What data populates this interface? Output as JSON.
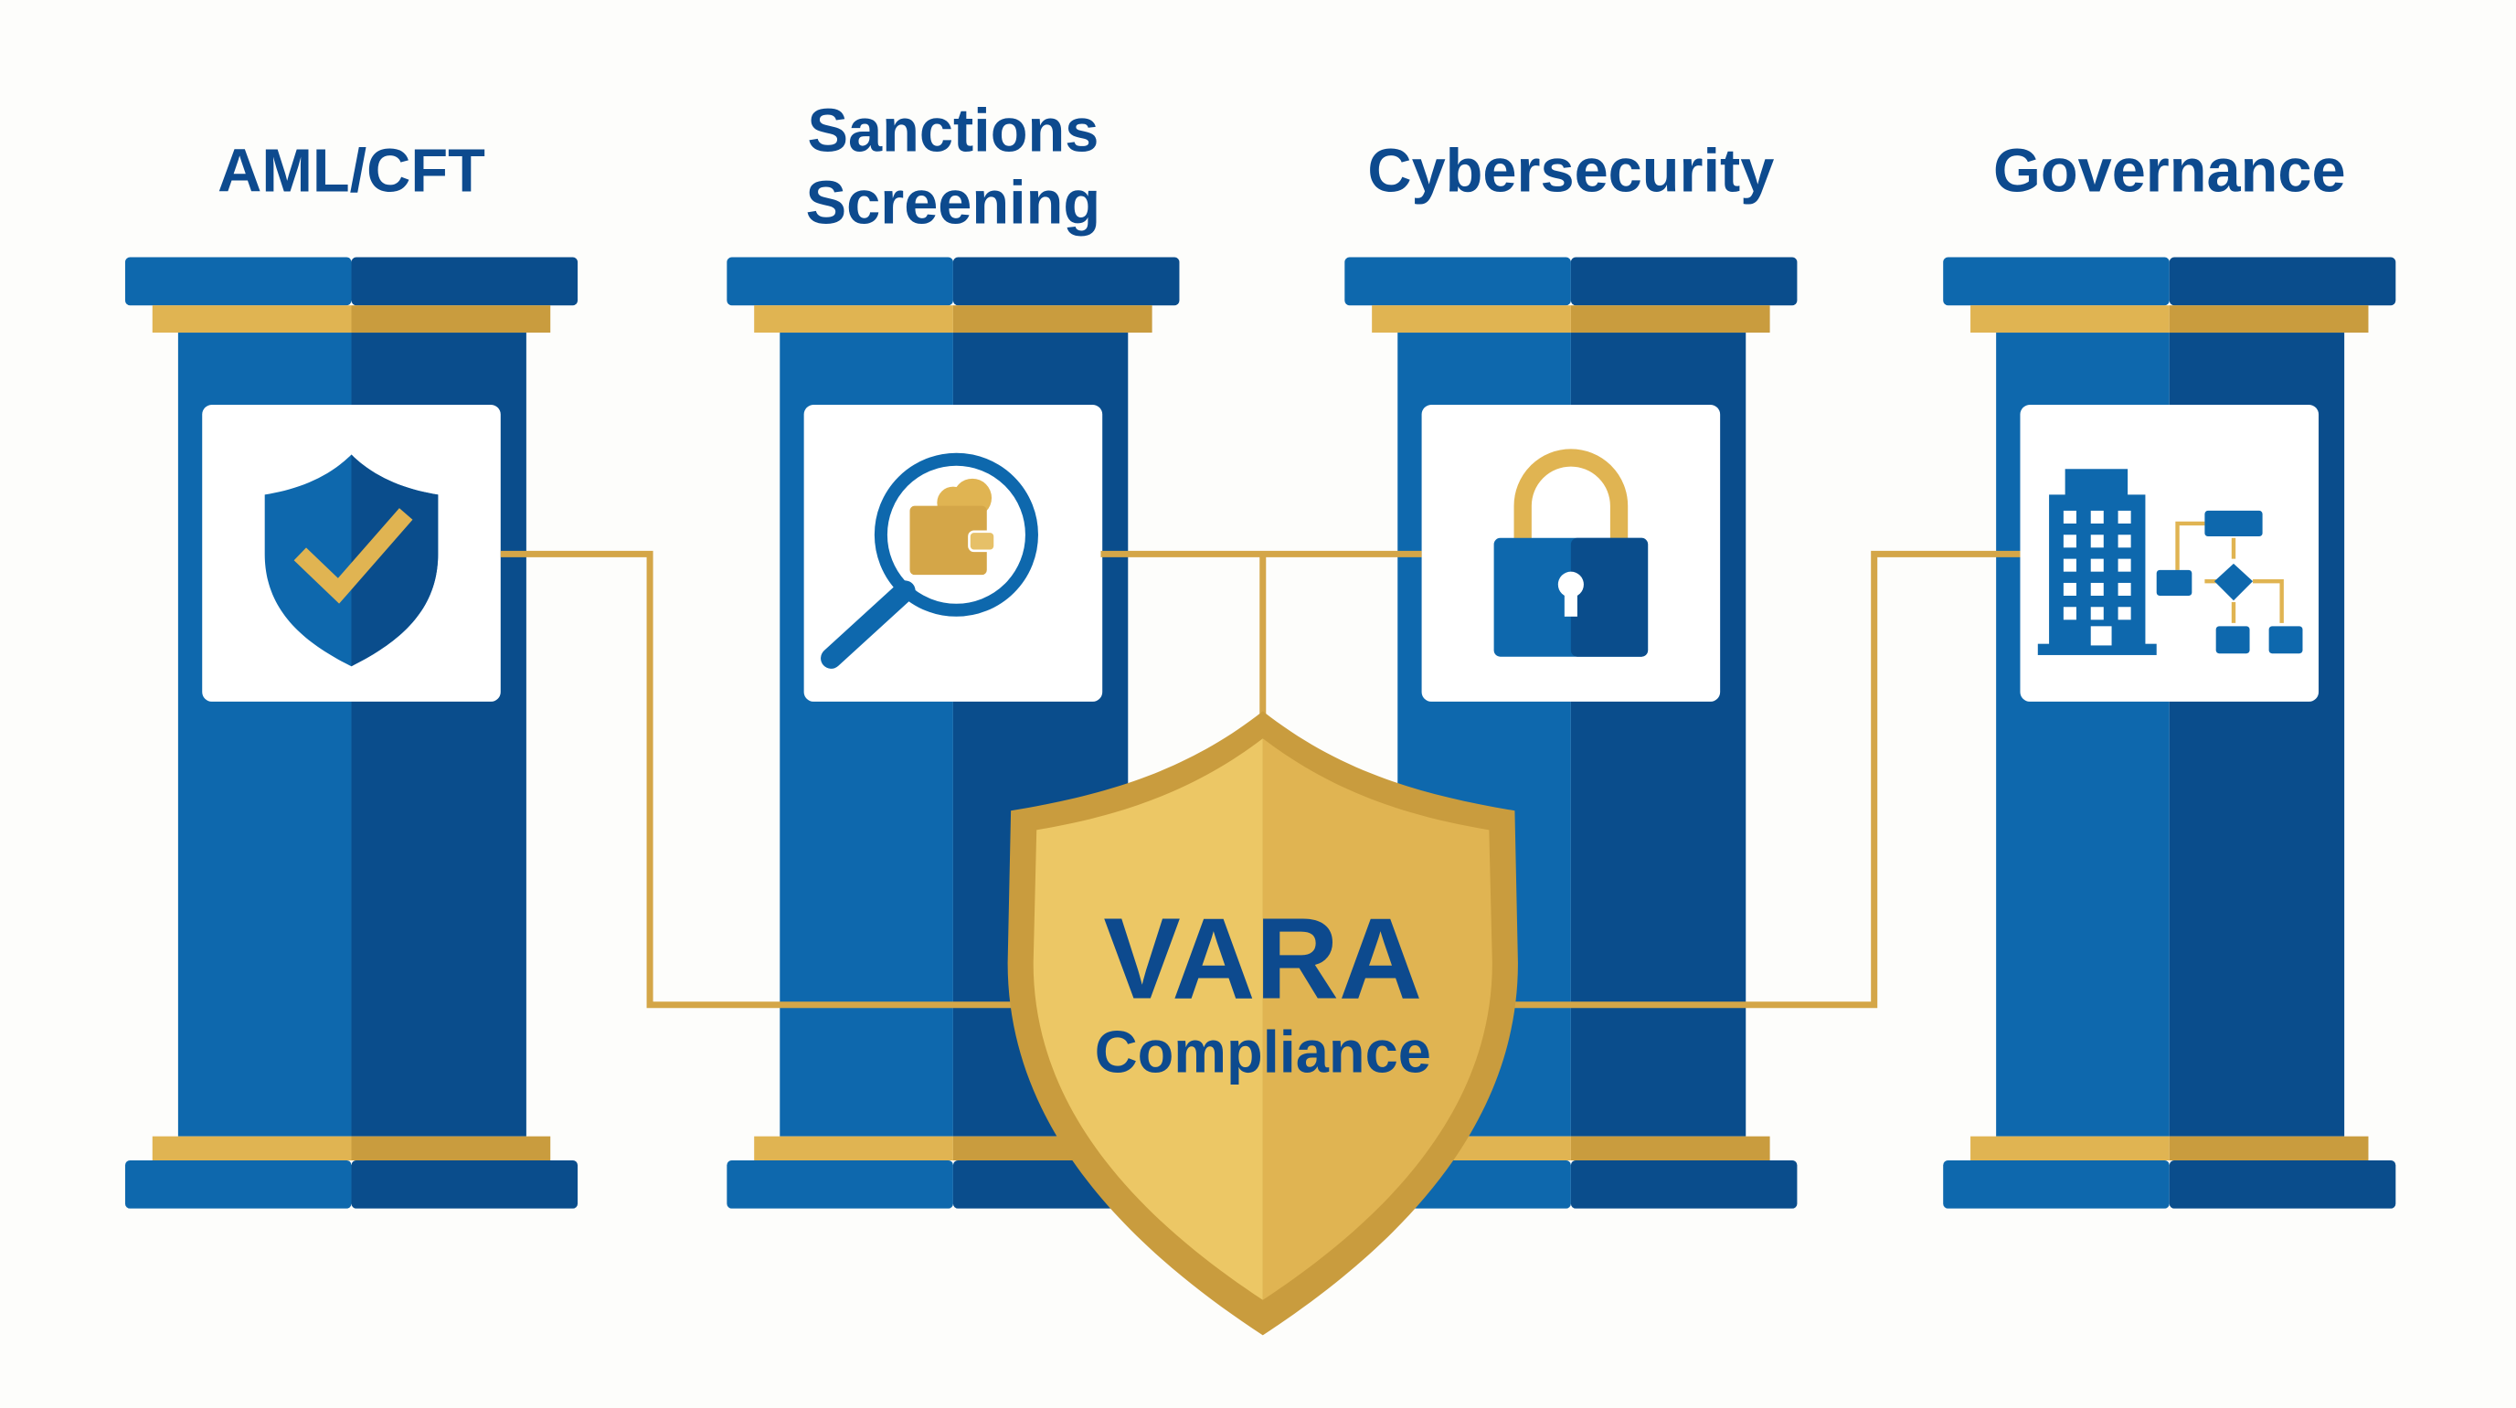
{
  "pillars": [
    {
      "label_lines": [
        "AML/CFT"
      ],
      "icon": "shield-check-icon"
    },
    {
      "label_lines": [
        "Sanctions",
        "Screening"
      ],
      "icon": "magnifier-wallet-icon"
    },
    {
      "label_lines": [
        "Cybersecurity"
      ],
      "icon": "padlock-icon"
    },
    {
      "label_lines": [
        "Governance"
      ],
      "icon": "building-flowchart-icon"
    }
  ],
  "center_badge": {
    "title": "VARA",
    "subtitle": "Compliance",
    "icon": "shield-badge"
  },
  "colors": {
    "blue_light": "#0e68ad",
    "blue_dark": "#0a4d8c",
    "gold": "#e0b452",
    "gold_dark": "#c99c3e",
    "text": "#0d4a8e"
  }
}
